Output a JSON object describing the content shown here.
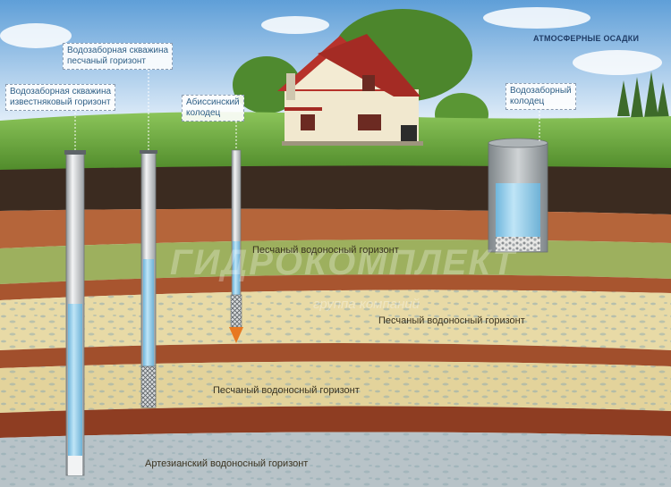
{
  "wells": {
    "limestone": {
      "label_line1": "Водозаборная скважина",
      "label_line2": "известняковый горизонт"
    },
    "sand": {
      "label_line1": "Водозаборная скважина",
      "label_line2": "песчаный горизонт"
    },
    "abyssinian": {
      "label_line1": "Абиссинский",
      "label_line2": "колодец"
    },
    "dug": {
      "label_line1": "Водозаборный",
      "label_line2": "колодец"
    }
  },
  "sky_label": "АТМОСФЕРНЫЕ ОСАДКИ",
  "layers": {
    "sand_1": "Песчаный водоносный горизонт",
    "sand_2": "Песчаный водоносный горизонт",
    "sand_3": "Песчаный водоносный горизонт",
    "artesian": "Артезианский водоносный горизонт"
  },
  "watermark": {
    "main": "ГИДРОКОМПЛЕКТ",
    "sub": "группа компаний"
  },
  "colors": {
    "sky_top": "#6aa5dc",
    "sky_bottom": "#e8f2fb",
    "grass": "#6fa640",
    "topsoil": "#3a2a1f",
    "clay": "#b5643a",
    "sand_light": "#e6d7a2",
    "green_sand": "#9bae5c",
    "artesian": "#b9c4c9",
    "water": "#7fc3e6",
    "tip": "#e87820"
  }
}
